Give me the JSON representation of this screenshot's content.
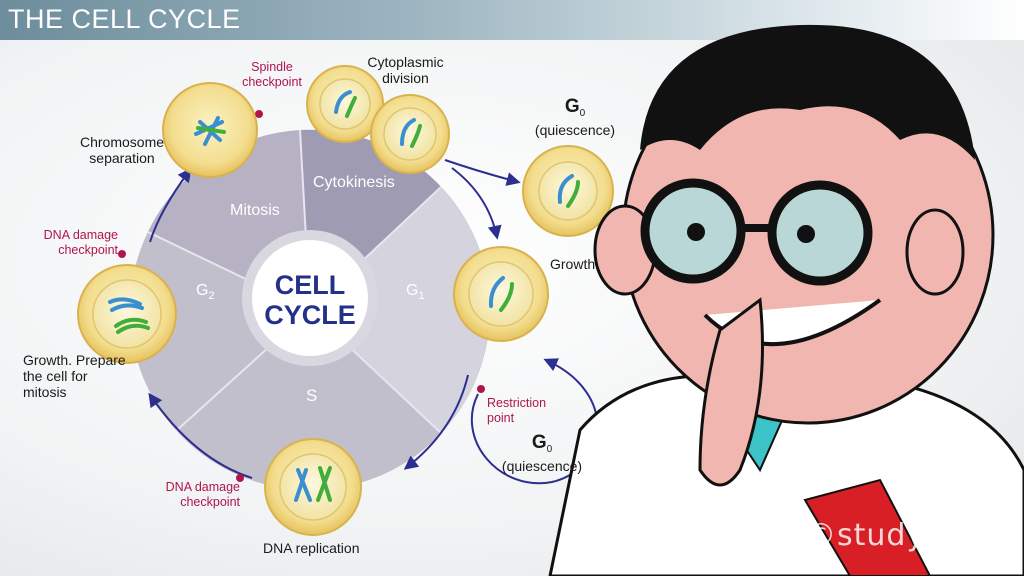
{
  "title": "THE CELL CYCLE",
  "center": {
    "line1": "CELL",
    "line2": "CYCLE"
  },
  "phases": {
    "mitosis": "Mitosis",
    "cytokinesis": "Cytokinesis",
    "g1": "G",
    "g1_sub": "1",
    "g2": "G",
    "g2_sub": "2",
    "s": "S"
  },
  "labels": {
    "chromosome_separation": "Chromosome separation",
    "cytoplasmic_division": "Cytoplasmic division",
    "growth": "Growth",
    "growth_prepare": "Growth. Prepare the cell for mitosis",
    "dna_replication": "DNA replication"
  },
  "checkpoints": {
    "spindle": "Spindle checkpoint",
    "dna_damage_upper": "DNA damage checkpoint",
    "dna_damage_lower": "DNA damage checkpoint",
    "restriction": "Restriction point"
  },
  "g0_top": {
    "letter": "G",
    "sub": "0",
    "text": "(quiescence)"
  },
  "g0_bottom": {
    "letter": "G",
    "sub": "0",
    "text": "(quiescence)"
  },
  "watermark": "©study.com",
  "colors": {
    "cycle_fill": "#a9a5b8",
    "ring": "#c9c6d3",
    "arrow": "#2b2f8f",
    "checkpoint": "#b0154c",
    "cell_outer": "#e7c569",
    "cell_inner": "#f6e6a6",
    "chromosome_blue": "#3a8fd0",
    "chromosome_green": "#3fae3a",
    "center_text": "#24318a"
  }
}
